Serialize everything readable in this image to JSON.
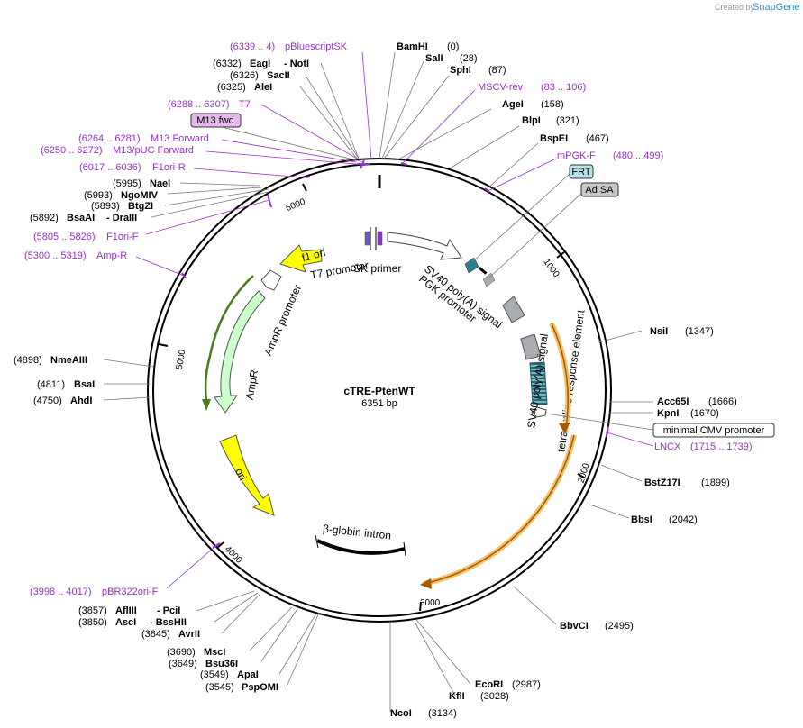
{
  "brand": {
    "prefix": "Created by",
    "name": "SnapGene"
  },
  "plasmid": {
    "name": "cTRE-PtenWT",
    "size_label": "6351 bp"
  },
  "ticks": [
    "1000",
    "2000",
    "3000",
    "4000",
    "5000",
    "6000"
  ],
  "enzymes": [
    {
      "id": "bamhi",
      "pos": "(0)",
      "name": "BamHI"
    },
    {
      "id": "sali",
      "pos": "(28)",
      "name": "SalI"
    },
    {
      "id": "sphi",
      "pos": "(87)",
      "name": "SphI"
    },
    {
      "id": "agei",
      "pos": "(158)",
      "name": "AgeI"
    },
    {
      "id": "blpi",
      "pos": "(321)",
      "name": "BlpI"
    },
    {
      "id": "bspei",
      "pos": "(467)",
      "name": "BspEI"
    },
    {
      "id": "nsii",
      "pos": "(1347)",
      "name": "NsiI"
    },
    {
      "id": "acc65i",
      "pos": "(1666)",
      "name": "Acc65I"
    },
    {
      "id": "kpni",
      "pos": "(1670)",
      "name": "KpnI"
    },
    {
      "id": "bstz17i",
      "pos": "(1899)",
      "name": "BstZ17I"
    },
    {
      "id": "bbsi",
      "pos": "(2042)",
      "name": "BbsI"
    },
    {
      "id": "bbvci",
      "pos": "(2495)",
      "name": "BbvCI"
    },
    {
      "id": "ecori",
      "pos": "(2987)",
      "name": "EcoRI"
    },
    {
      "id": "kfli",
      "pos": "(3028)",
      "name": "KflI"
    },
    {
      "id": "ncoi",
      "pos": "(3134)",
      "name": "NcoI"
    },
    {
      "id": "pspomi",
      "pos": "(3545)",
      "name": "PspOMI"
    },
    {
      "id": "apai",
      "pos": "(3549)",
      "name": "ApaI"
    },
    {
      "id": "bsu36i",
      "pos": "(3649)",
      "name": "Bsu36I"
    },
    {
      "id": "msci",
      "pos": "(3690)",
      "name": "MscI"
    },
    {
      "id": "avrii",
      "pos": "(3845)",
      "name": "AvrII"
    },
    {
      "id": "asci",
      "pos": "(3850)",
      "name": "AscI"
    },
    {
      "id": "bsshii",
      "pos": "",
      "name": "- BssHII"
    },
    {
      "id": "afliii",
      "pos": "(3857)",
      "name": "AflIII"
    },
    {
      "id": "pcii",
      "pos": "",
      "name": "- PciI"
    },
    {
      "id": "ahdi",
      "pos": "(4750)",
      "name": "AhdI"
    },
    {
      "id": "bsai",
      "pos": "(4811)",
      "name": "BsaI"
    },
    {
      "id": "nmeaiii",
      "pos": "(4898)",
      "name": "NmeAIII"
    },
    {
      "id": "bsaai",
      "pos": "(5892)",
      "name": "BsaAI"
    },
    {
      "id": "draiii",
      "pos": "",
      "name": "- DraIII"
    },
    {
      "id": "btgzi",
      "pos": "(5893)",
      "name": "BtgZI"
    },
    {
      "id": "ngomiv",
      "pos": "(5993)",
      "name": "NgoMIV"
    },
    {
      "id": "naei",
      "pos": "(5995)",
      "name": "NaeI"
    },
    {
      "id": "alei",
      "pos": "(6325)",
      "name": "AleI"
    },
    {
      "id": "sacii",
      "pos": "(6326)",
      "name": "SacII"
    },
    {
      "id": "eagi",
      "pos": "(6332)",
      "name": "EagI"
    },
    {
      "id": "noti",
      "pos": "",
      "name": "- NotI"
    }
  ],
  "primers": [
    {
      "id": "pbluescriptsk",
      "range": "(6339 .. 4)",
      "name": "pBluescriptSK"
    },
    {
      "id": "msvcrev",
      "range": "(83 .. 106)",
      "name": "MSCV-rev"
    },
    {
      "id": "t7",
      "range": "(6288 .. 6307)",
      "name": "T7"
    },
    {
      "id": "m13forward",
      "range": "(6264 .. 6281)",
      "name": "M13 Forward"
    },
    {
      "id": "m13puc",
      "range": "(6250 .. 6272)",
      "name": "M13/pUC Forward"
    },
    {
      "id": "f1orir",
      "range": "(6017 .. 6036)",
      "name": "F1ori-R"
    },
    {
      "id": "f1orif",
      "range": "(5805 .. 5826)",
      "name": "F1ori-F"
    },
    {
      "id": "ampr",
      "range": "(5300 .. 5319)",
      "name": "Amp-R"
    },
    {
      "id": "mpgkf",
      "range": "(480 .. 499)",
      "name": "mPGK-F"
    },
    {
      "id": "lncx",
      "range": "(1715 .. 1739)",
      "name": "LNCX"
    },
    {
      "id": "pbr322",
      "range": "(3998 .. 4017)",
      "name": "pBR322ori-F"
    }
  ],
  "boxes": {
    "m13fwd": "M13 fwd",
    "frt": "FRT",
    "adsa": "Ad SA",
    "mincmv": "minimal CMV promoter"
  },
  "features": {
    "f1ori": "f1 ori",
    "t7prom": "T7 promoter",
    "skprimer": "SK primer",
    "sv40a": "SV40 poly(A) signal",
    "pgk": "PGK promoter",
    "amprprom": "AmpR promoter",
    "ampr": "AmpR",
    "ori": "ori",
    "sv40b": "SV40 poly(A) signal",
    "tre": "tetracycline response element",
    "betaglobin": "β-globin intron"
  },
  "colors": {
    "purple": "#9932cc",
    "yellow": "#ffff00",
    "green": "#ccffcc",
    "gray": "#a9adb2",
    "orange": "#f5a623",
    "teal": "#2a7f90"
  }
}
